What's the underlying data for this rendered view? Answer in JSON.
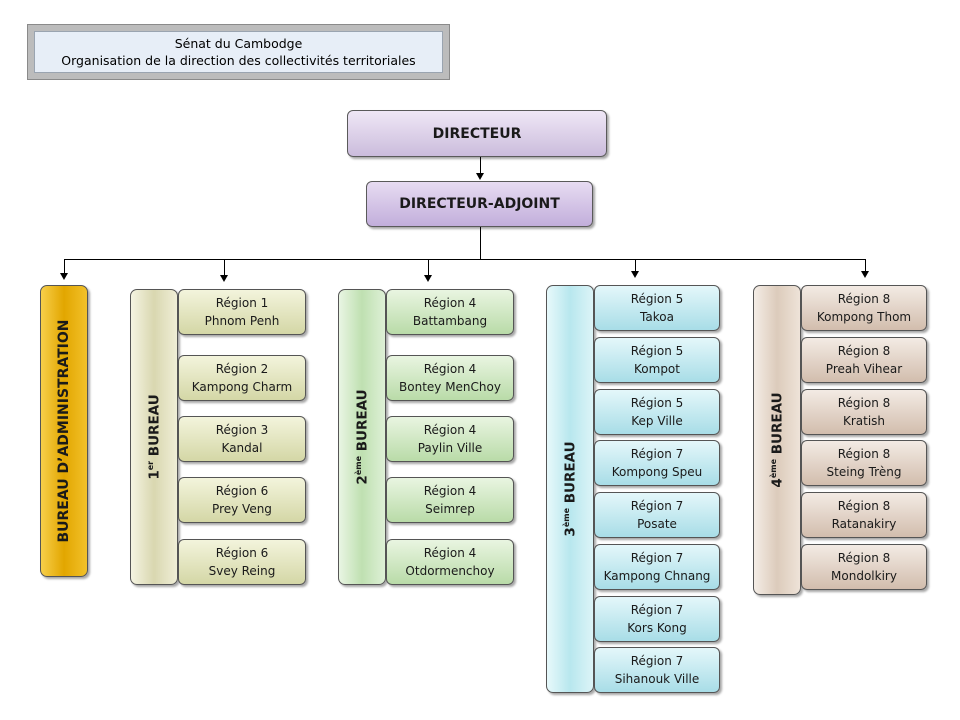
{
  "header": {
    "line1": "Sénat du Cambodge",
    "line2": "Organisation de la direction des collectivités territoriales"
  },
  "director": {
    "label": "DIRECTEUR"
  },
  "deputy": {
    "label": "DIRECTEUR-ADJOINT"
  },
  "admin": {
    "label": "BUREAU D’ADMINISTRATION",
    "color": "#e2a600"
  },
  "bureaus": [
    {
      "number": "1",
      "sup": "er",
      "word": "BUREAU",
      "color": "#d9d7b0",
      "regions": [
        {
          "region": "Région 1",
          "place": "Phnom Penh"
        },
        {
          "region": "Région 2",
          "place": "Kampong Charm"
        },
        {
          "region": "Région 3",
          "place": "Kandal"
        },
        {
          "region": "Région 6",
          "place": "Prey Veng"
        },
        {
          "region": "Région 6",
          "place": "Svey Reing"
        }
      ]
    },
    {
      "number": "2",
      "sup": "ème",
      "word": "BUREAU",
      "color": "#bfe0b1",
      "regions": [
        {
          "region": "Région 4",
          "place": "Battambang"
        },
        {
          "region": "Région 4",
          "place": "Bontey MenChoy"
        },
        {
          "region": "Région 4",
          "place": "Paylin Ville"
        },
        {
          "region": "Région 4",
          "place": "Seimrep"
        },
        {
          "region": "Région 4",
          "place": "Otdormenchoy"
        }
      ]
    },
    {
      "number": "3",
      "sup": "ème",
      "word": "BUREAU",
      "color": "#b8e7ee",
      "regions": [
        {
          "region": "Région 5",
          "place": "Takoa"
        },
        {
          "region": "Région 5",
          "place": "Kompot"
        },
        {
          "region": "Région 5",
          "place": "Kep Ville"
        },
        {
          "region": "Région 7",
          "place": "Kompong Speu"
        },
        {
          "region": "Région 7",
          "place": "Posate"
        },
        {
          "region": "Région 7",
          "place": "Kampong Chnang"
        },
        {
          "region": "Région 7",
          "place": "Kors Kong"
        },
        {
          "region": "Région 7",
          "place": "Sihanouk Ville"
        }
      ]
    },
    {
      "number": "4",
      "sup": "ème",
      "word": "BUREAU",
      "color": "#dccbbb",
      "regions": [
        {
          "region": "Région 8",
          "place": "Kompong Thom"
        },
        {
          "region": "Région 8",
          "place": "Preah Vihear"
        },
        {
          "region": "Région 8",
          "place": "Kratish"
        },
        {
          "region": "Région 8",
          "place": "Steing Trèng"
        },
        {
          "region": "Région 8",
          "place": "Ratanakiry"
        },
        {
          "region": "Région 8",
          "place": "Mondolkiry"
        }
      ]
    }
  ]
}
